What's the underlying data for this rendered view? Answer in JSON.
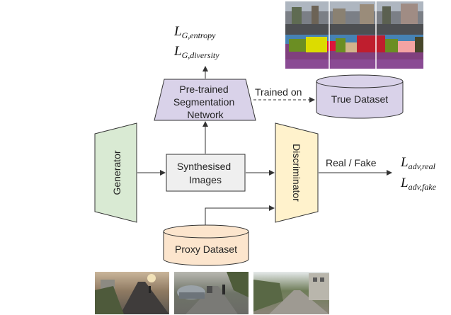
{
  "diagram": {
    "generator": "Generator",
    "synthesised": [
      "Synthesised",
      "Images"
    ],
    "segmentation": [
      "Pre-trained",
      "Segmentation",
      "Network"
    ],
    "true_dataset": "True Dataset",
    "trained_on": "Trained on",
    "discriminator": "Discriminator",
    "proxy_dataset": "Proxy Dataset",
    "real_fake": "Real / Fake",
    "losses_top": [
      {
        "base": "L",
        "sub": "G,entropy"
      },
      {
        "base": "L",
        "sub": "G,diversity"
      }
    ],
    "losses_right": [
      {
        "base": "L",
        "sub": "adv,real"
      },
      {
        "base": "L",
        "sub": "adv,fake"
      }
    ]
  },
  "colors": {
    "generator": "#d9ead3",
    "synthesised": "#efefef",
    "segmentation": "#d9d2e9",
    "true_dataset": "#d9d2e9",
    "discriminator": "#fff2cc",
    "proxy_dataset": "#fce5cd",
    "stroke": "#333333"
  },
  "images": {
    "street_scenes": [
      "street-scene-1",
      "street-scene-2",
      "street-scene-3"
    ],
    "segmentation_sample": [
      "segmentation-photo-strip",
      "segmentation-mask-strip"
    ]
  }
}
